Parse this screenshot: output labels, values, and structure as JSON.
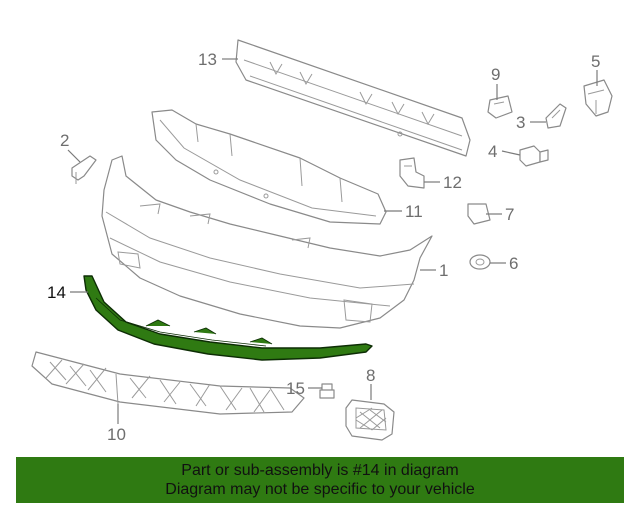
{
  "callouts": [
    "13",
    "9",
    "5",
    "2",
    "3",
    "4",
    "12",
    "11",
    "7",
    "6",
    "1",
    "14",
    "15",
    "8",
    "10"
  ],
  "highlighted_part": "14",
  "highlight_color": "#2f7a12",
  "banner": {
    "line1": "Part or sub-assembly is #14 in diagram",
    "line2": "Diagram may not be specific to your vehicle",
    "background": "#2f7a12"
  }
}
